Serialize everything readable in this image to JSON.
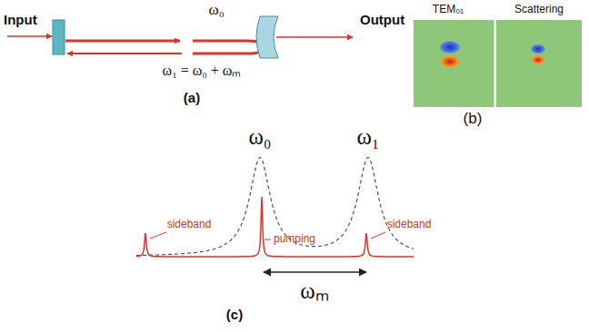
{
  "diagram": {
    "labels": [
      "Input",
      "ω₀",
      "Output",
      "ω₁ = ω₀ + ωₘ",
      "(a)",
      "TEM₀₁",
      "Scattering",
      "(b)",
      "ω₀",
      "ω₁",
      "sideband",
      "pumping",
      "sideband",
      "ωₘ",
      "(c)"
    ]
  }
}
